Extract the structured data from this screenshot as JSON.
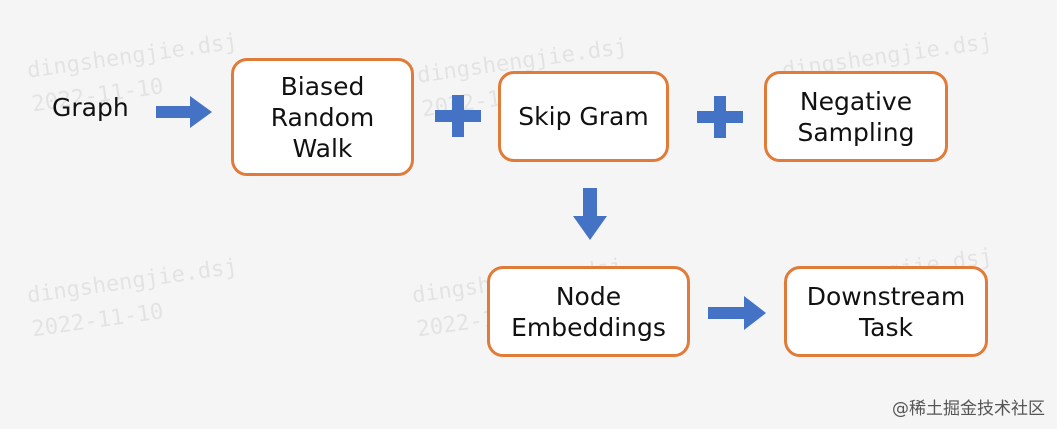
{
  "diagram": {
    "input_label": "Graph",
    "nodes": {
      "biased_random_walk": "Biased\nRandom\nWalk",
      "skip_gram": "Skip Gram",
      "negative_sampling": "Negative\nSampling",
      "node_embeddings": "Node\nEmbeddings",
      "downstream_task": "Downstream\nTask"
    },
    "colors": {
      "box_border": "#e07b39",
      "arrow": "#4472c4",
      "background": "#f5f5f5"
    }
  },
  "watermark": {
    "text": "dingshengjie.dsj\n2022-11-10"
  },
  "footer": {
    "text": "@稀土掘金技术社区"
  }
}
